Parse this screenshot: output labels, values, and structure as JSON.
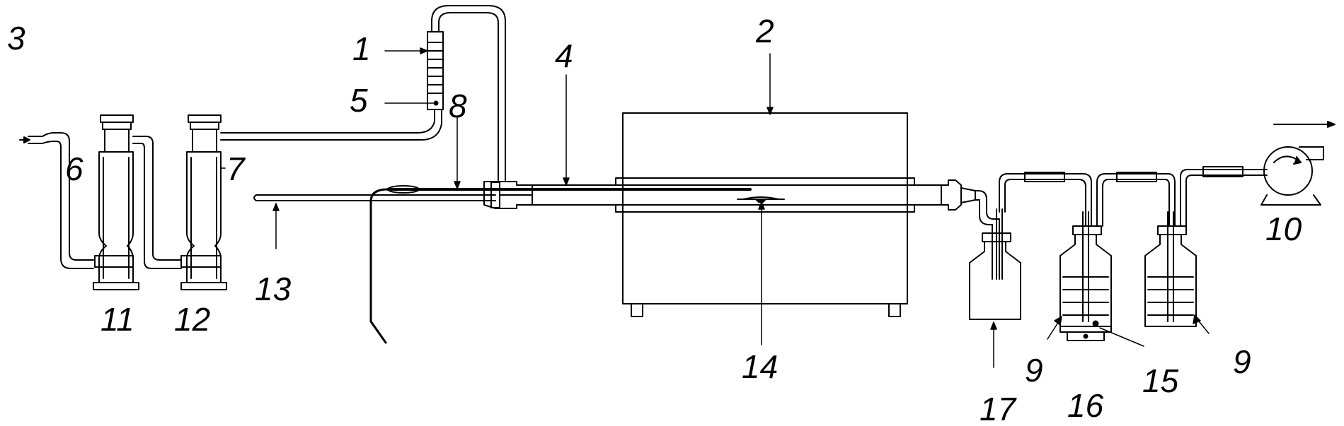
{
  "labels": {
    "n1": "1",
    "n2": "2",
    "n3": "3",
    "n4": "4",
    "n5": "5",
    "n6": "6",
    "n7": "7",
    "n8": "8",
    "n9a": "9",
    "n9b": "9",
    "n10": "10",
    "n11": "11",
    "n12": "12",
    "n13": "13",
    "n14": "14",
    "n15": "15",
    "n16": "16",
    "n17": "17"
  }
}
